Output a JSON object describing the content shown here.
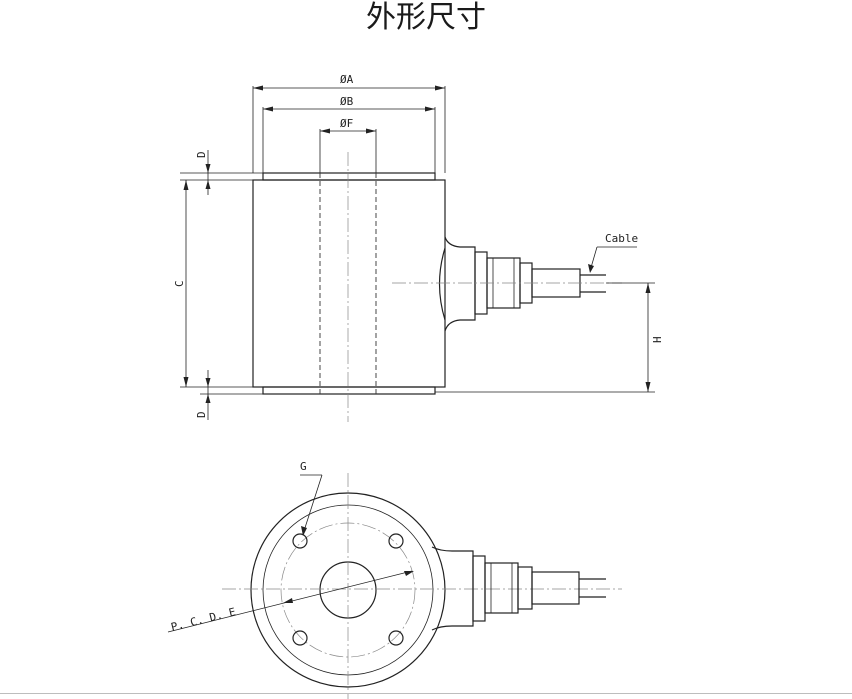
{
  "title": "外形尺寸",
  "labels": {
    "dia_a": "ØA",
    "dia_b": "ØB",
    "dia_f": "ØF",
    "d_top": "D",
    "d_bottom": "D",
    "c": "C",
    "h": "H",
    "cable": "Cable",
    "g": "G",
    "pcd": "P. C. D.  E"
  }
}
